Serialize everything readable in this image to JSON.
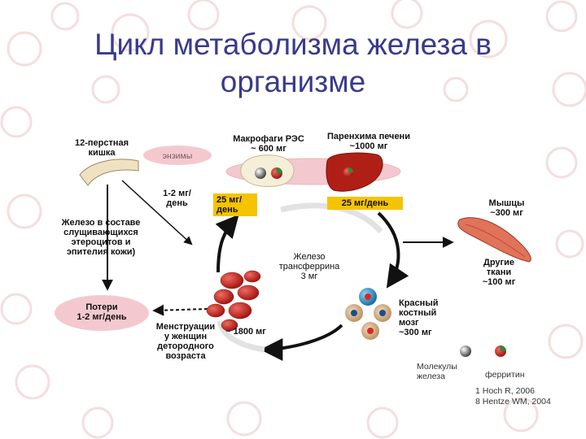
{
  "title": {
    "line1": "Цикл метаболизма железа в",
    "line2": "организме"
  },
  "nodes": {
    "duodenum": {
      "line1": "12-перстная",
      "line2": "кишка"
    },
    "enzymes": "энзимы",
    "macrophages": {
      "line1": "Макрофаги РЭС",
      "line2": "~ 600 мг"
    },
    "liver": {
      "line1": "Паренхима печени",
      "line2": "~1000 мг"
    },
    "intake": {
      "line1": "1-2 мг/",
      "line2": "день"
    },
    "desquamated": {
      "line1": "Железо в составе",
      "line2": "слущивающихся",
      "line3": "этероцитов и",
      "line4": "эпителия кожи)"
    },
    "flow_left": {
      "line1": "25 мг/",
      "line2": "день"
    },
    "flow_right": "25 мг/день",
    "muscles": {
      "line1": "Мышцы",
      "line2": "~300 мг"
    },
    "transferrin": {
      "line1": "Железо",
      "line2": "трансферрина",
      "line3": "3 мг"
    },
    "other_tissues": {
      "line1": "Другие",
      "line2": "ткани",
      "line3": "~100 мг"
    },
    "losses": {
      "line1": "Потери",
      "line2": "1-2 мг/день"
    },
    "menstruation": {
      "line1": "Менструации",
      "line2": "у женщин",
      "line3": "детородного",
      "line4": "возраста"
    },
    "erythrocytes": "~ 1800 мг",
    "bone_marrow": {
      "line1": "Красный",
      "line2": "костный",
      "line3": "мозг",
      "line4": "~300 мг"
    }
  },
  "legend": {
    "iron_molecules": {
      "line1": "Молекулы",
      "line2": "железа"
    },
    "ferritin": "ферритин"
  },
  "references": {
    "ref1": "1 Hoch R, 2006",
    "ref2": "8 Hentze WM, 2004"
  },
  "colors": {
    "title": "#3a3a8c",
    "flow_tag": "#f6c300",
    "erythrocyte": "#d42a24",
    "liver": "#b01f16",
    "muscle": "#e0735a",
    "pink_oval": "#f3c9cf"
  }
}
